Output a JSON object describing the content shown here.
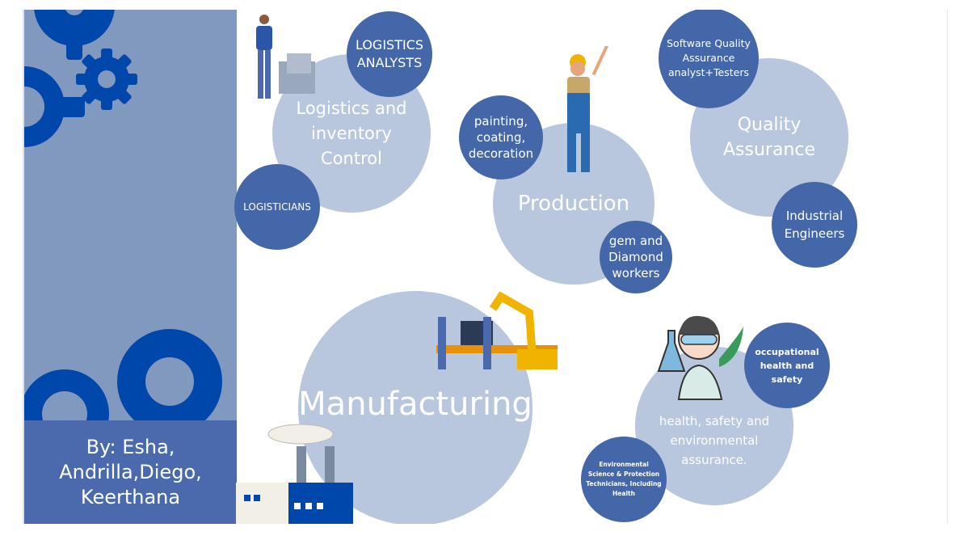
{
  "byline": "By: Esha,\nAndrilla,Diego,\nKeerthana",
  "topics": {
    "logistics": "Logistics and\ninventory\nControl",
    "production": "Production",
    "quality": "Quality\nAssurance",
    "manufacturing": "Manufacturing",
    "health": "health, safety and\nenvironmental\nassurance."
  },
  "roles": {
    "logistics_analysts": "LOGISTICS\nANALYSTS",
    "logisticians": "LOGISTICIANS",
    "painting": "painting,\ncoating,\ndecoration",
    "gem": "gem and\nDiamond\nworkers",
    "software_qa": "Software Quality\nAssurance\nanalyst+Testers",
    "industrial": "Industrial\nEngineers",
    "occupational": "occupational\nhealth and\nsafety",
    "environmental": "Environmental\nScience & Protection\nTechnicians, Including\nHealth"
  },
  "colors": {
    "panel": "#8299bf",
    "gear": "#0047ab",
    "light_circle": "#b8c6de",
    "dark_circle": "#4467a9"
  }
}
